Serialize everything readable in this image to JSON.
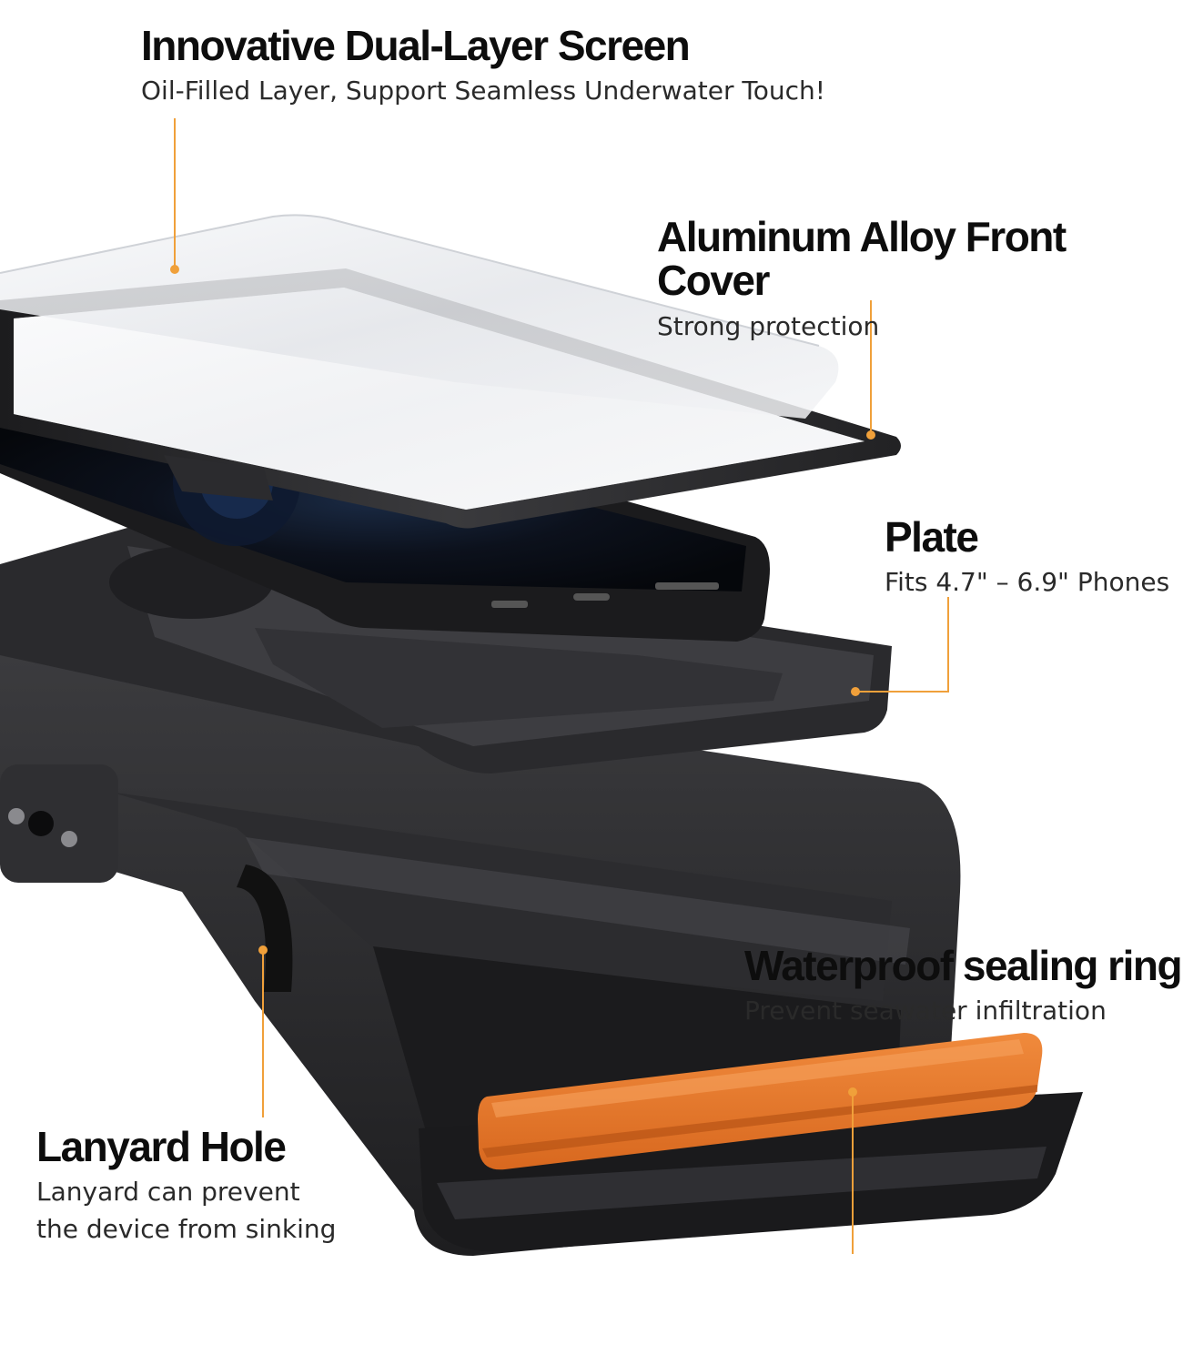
{
  "callouts": {
    "screen": {
      "title": "Innovative Dual-Layer Screen",
      "subtitle": "Oil-Filled Layer, Support Seamless Underwater Touch!"
    },
    "cover": {
      "title": "Aluminum Alloy Front Cover",
      "subtitle": "Strong protection"
    },
    "plate": {
      "title": "Plate",
      "subtitle": "Fits 4.7\" – 6.9\" Phones"
    },
    "lanyard": {
      "title": "Lanyard Hole",
      "subtitle_line1": "Lanyard can prevent",
      "subtitle_line2": "the device from sinking"
    },
    "seal": {
      "title": "Waterproof sealing ring",
      "subtitle": "Prevent seawater infiltration"
    }
  },
  "colors": {
    "accent": "#f0a03a",
    "seal_orange": "#e8782c",
    "case_dark": "#2b2b2d",
    "text": "#111111"
  }
}
